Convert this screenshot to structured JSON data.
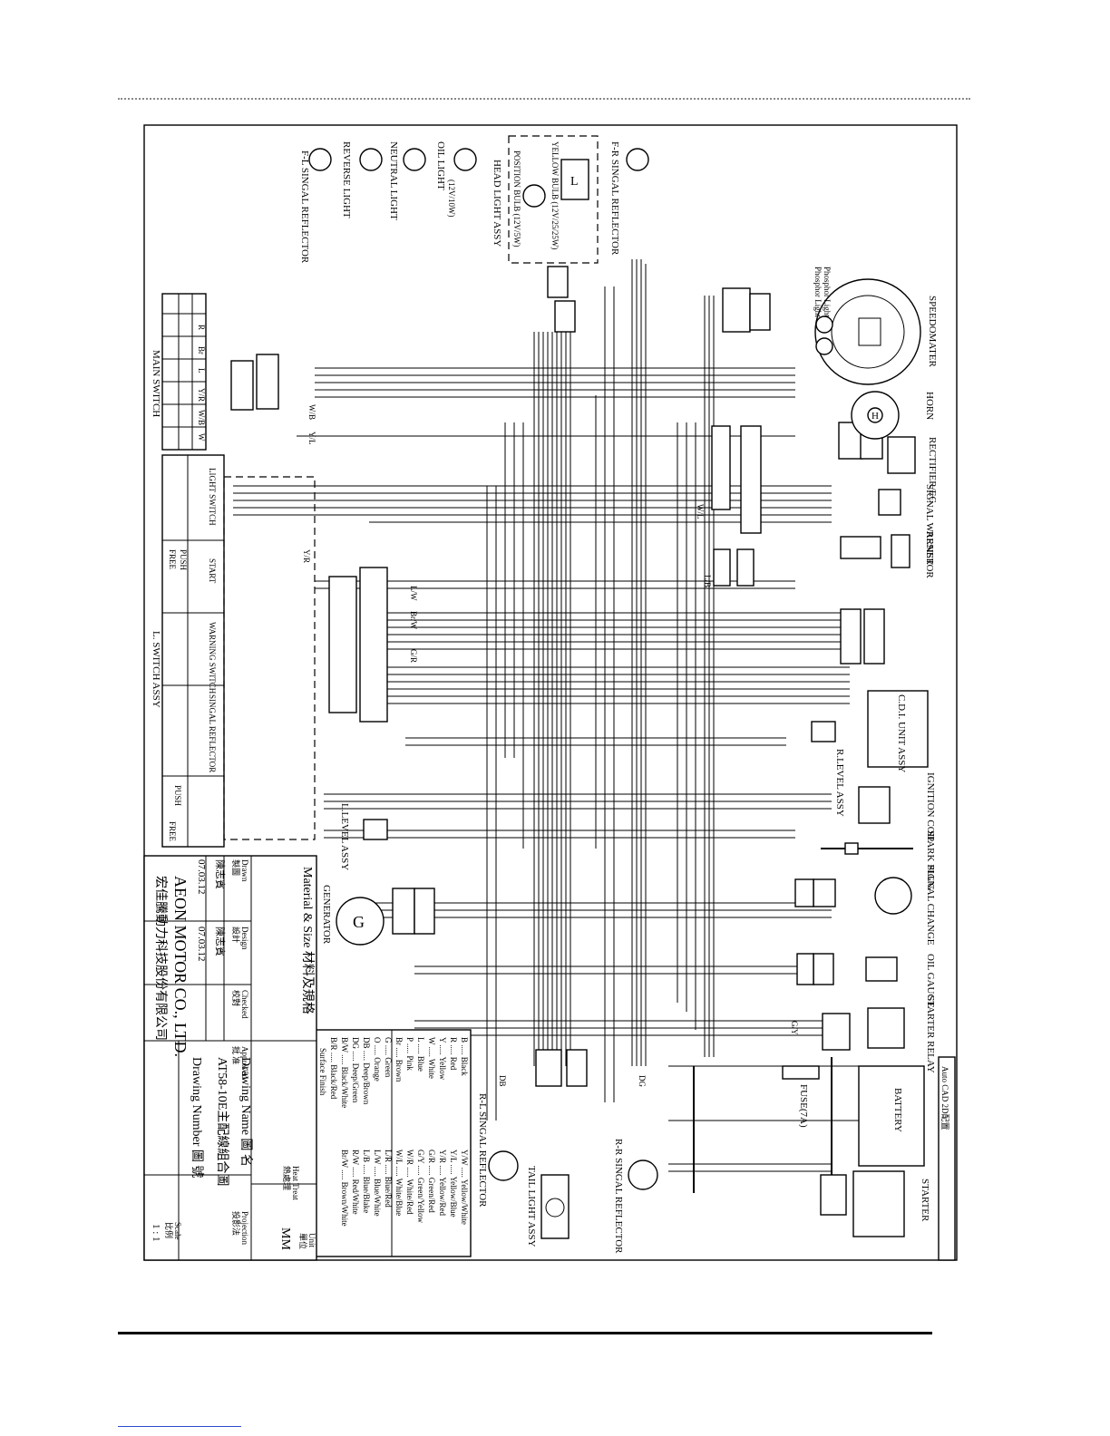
{
  "components": {
    "speedometer": "SPEEDOMATER",
    "speedometer_lamps": [
      "Phosphor Light",
      "Phosphor Light"
    ],
    "horn": "HORN",
    "rectifier": "RECTIFIER/EC",
    "signal_warner": "SIGNAL WARNER",
    "resistor": "RESISTOR",
    "cdi": "C.D.I. UNIT ASSY",
    "r_level": "R.LEVEL ASSY",
    "ignition_coil": "IGNITION COIL",
    "spark_plug": "SPARK PLUG",
    "signal_change": "SIGNAL CHANGE",
    "oil_gauge": "OIL GAUGE",
    "starter_relay": "STARTER RELAY",
    "battery": "BATTERY",
    "fuse": "FUSE(7A)",
    "starter": "STARTER",
    "rr_signal": "R-R SINGAL REFLECTOR",
    "tail_light": "TAIL LIGHT ASSY",
    "rl_signal": "R-L SINGAL REFLECTOR",
    "generator": "GENERATOR",
    "l_level": "L.LEVEL ASSY",
    "l_switch": "L. SWITCH ASSY",
    "main_switch": "MAIN SWITCH",
    "fl_signal": "F-L SINGAL REFLECTOR",
    "reverse_light": "REVERSE LIGHT",
    "neutral_light": "NEUTRAL LIGHT",
    "oil_light": "OIL LIGHT",
    "head_light": "HEAD LIGHT ASSY",
    "fr_signal": "F-R SINGAL REFLECTOR",
    "position_bulb": "POSITION BULB (12V/5W)",
    "yellow_bulb": "YELLOW BULB (12V/25/25W)",
    "bulb_rating": "(12V/10W)"
  },
  "main_switch_table": {
    "headers": [
      "R",
      "Br",
      "L",
      "Y/R",
      "W/B",
      "W"
    ]
  },
  "l_switch_sections": [
    "LIGHT SWITCH",
    "START",
    "WARNING SWITCH",
    "SINGAL REFLECTOR"
  ],
  "l_switch_labels": [
    "FREE",
    "PUSH",
    "PUSH",
    "FREE"
  ],
  "wire_codes": [
    "L/W",
    "Y/R",
    "W/L",
    "Br/W",
    "G/R",
    "L/B",
    "DG",
    "DB",
    "G/Y",
    "Y/L",
    "W/B",
    "B",
    "G",
    "L",
    "O",
    "P",
    "Br",
    "Y",
    "R",
    "W"
  ],
  "legend": [
    {
      "code": "B",
      "color": "Black"
    },
    {
      "code": "R",
      "color": "Red"
    },
    {
      "code": "Y",
      "color": "Yellow"
    },
    {
      "code": "W",
      "color": "White"
    },
    {
      "code": "L",
      "color": "Blue"
    },
    {
      "code": "P",
      "color": "Pink"
    },
    {
      "code": "Br",
      "color": "Brown"
    },
    {
      "code": "G",
      "color": "Green"
    },
    {
      "code": "O",
      "color": "Orange"
    },
    {
      "code": "DB",
      "color": "Deep/Brown"
    },
    {
      "code": "DG",
      "color": "Deep/Green"
    },
    {
      "code": "B/W",
      "color": "Black/White"
    },
    {
      "code": "B/R",
      "color": "Black/Red"
    },
    {
      "code": "Y/W",
      "color": "Yellow/White"
    },
    {
      "code": "Y/L",
      "color": "Yellow/Blue"
    },
    {
      "code": "Y/R",
      "color": "Yellow/Red"
    },
    {
      "code": "G/R",
      "color": "Green/Red"
    },
    {
      "code": "G/Y",
      "color": "Green/Yellow"
    },
    {
      "code": "W/R",
      "color": "White/Red"
    },
    {
      "code": "W/L",
      "color": "White/Blue"
    },
    {
      "code": "L/R",
      "color": "Blue/Red"
    },
    {
      "code": "L/W",
      "color": "Blue/White"
    },
    {
      "code": "L/B",
      "color": "Blue/Blake"
    },
    {
      "code": "R/W",
      "color": "Red/White"
    },
    {
      "code": "Br/W",
      "color": "Brown/White"
    }
  ],
  "title_block": {
    "material": "Material & Size 材料及規格",
    "surface": "Surface Finish",
    "surface_zh": "表面加工",
    "heat": "Heat Treat",
    "heat_zh": "熱處理",
    "unit": "Unit",
    "unit_zh": "單位",
    "unit_value": "MM",
    "drawn": "Drawn",
    "drawn_zh": "製圖",
    "design": "Design",
    "design_zh": "設計",
    "checked": "Checked",
    "checked_zh": "校對",
    "approved": "Approved",
    "approved_zh": "批 准",
    "name1": "陳志賓",
    "name2": "陳志賓",
    "date1": "07.03.12",
    "date2": "07.03.12",
    "company_en": "AEON MOTOR CO., LTD.",
    "company_zh": "宏佳騰動力科技股份有限公司",
    "drawing_name_label": "Drawing Name 圖 名",
    "drawing_name": "AT58-10E主配線組合圖",
    "drawing_number_label": "Drawing Number 圖 號",
    "projection": "Projection",
    "projection_zh": "投影法",
    "scale": "Scale",
    "scale_zh": "比例",
    "scale_value": "1 : 1"
  },
  "corner_note": "Auto CAD 2D配置"
}
